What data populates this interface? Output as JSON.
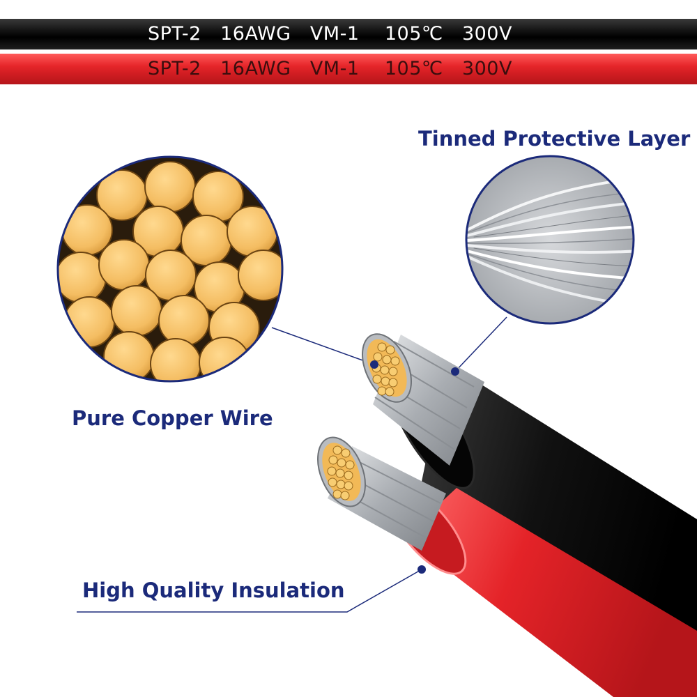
{
  "wire_bands": {
    "black": {
      "color": "#000000",
      "print_text": "SPT-2   16AWG   VM-1    105℃   300V"
    },
    "red": {
      "color": "#e0252a",
      "print_text": "SPT-2   16AWG   VM-1    105℃   300V"
    }
  },
  "callouts": {
    "tinned": "Tinned Protective Layer",
    "copper": "Pure Copper Wire",
    "insulation": "High Quality Insulation"
  },
  "colors": {
    "callout_text": "#1b2a7a",
    "copper": "#f4c067",
    "tinned": "#c8cbd0",
    "black_insulation": "#141414",
    "red_insulation": "#e0252a"
  }
}
